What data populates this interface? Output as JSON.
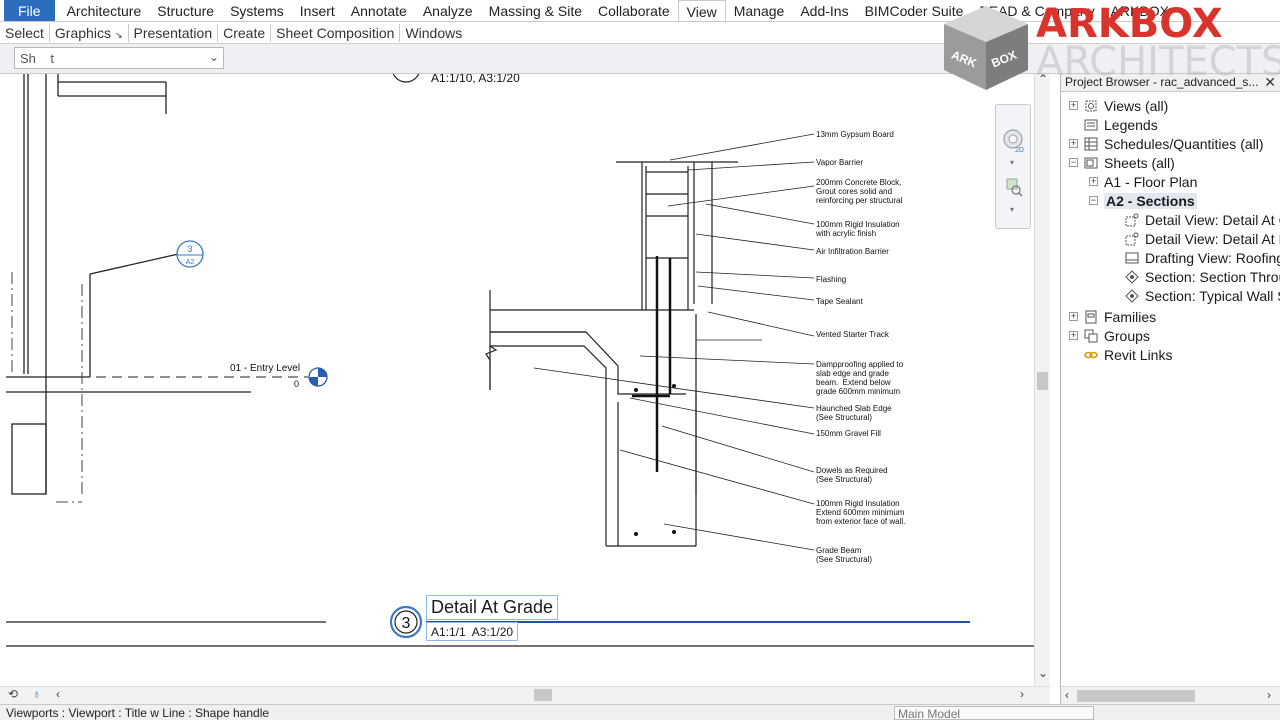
{
  "ribbon": {
    "tabs": [
      "File",
      "Architecture",
      "Structure",
      "Systems",
      "Insert",
      "Annotate",
      "Analyze",
      "Massing & Site",
      "Collaborate",
      "View",
      "Manage",
      "Add-Ins",
      "BIMCoder Suite",
      "BEAD & Company",
      "ARKBOX"
    ],
    "active_tab": "View",
    "panels": [
      "Select",
      "Graphics",
      "Presentation",
      "Create",
      "Sheet Composition",
      "Windows"
    ]
  },
  "options_bar": {
    "type_selector": "Sh    t"
  },
  "logo": {
    "line1": "ARKBOX",
    "line2": "ARCHITECTS",
    "cube_left": "ARK",
    "cube_right": "BOX"
  },
  "canvas": {
    "top_scale": "A1:1/10, A3:1/20",
    "section_tag": {
      "number": "3",
      "sheet": "A2"
    },
    "level": {
      "name": "01 - Entry Level",
      "elevation": "0"
    },
    "notes": [
      "13mm Gypsum Board",
      "Vapor Barrier",
      "200mm Concrete Block,\nGrout cores solid and\nreinforcing per structural",
      "100mm Rigid Insulation\nwith acrylic finish",
      "Air Infiltration Barrier",
      "Flashing",
      "Tape Sealant",
      "Vented Starter Track",
      "Dampproofing applied to\nslab edge and grade\nbeam.  Extend below\ngrade 600mm minimum",
      "Haunched Slab Edge\n(See Structural)",
      "150mm Gravel Fill",
      "Dowels as Required\n(See Structural)",
      "100mm Rigid Insulation\nExtend 600mm minimum\nfrom exterior face of wall.",
      "Grade Beam\n(See Structural)"
    ],
    "view_title": {
      "number": "3",
      "title": "Detail At Grade",
      "scale": "A1:1/1  A3:1/20"
    }
  },
  "project_browser": {
    "title": "Project Browser - rac_advanced_s...",
    "items": [
      {
        "label": "Views (all)",
        "toggle": "+",
        "icon": "views-icon"
      },
      {
        "label": "Legends",
        "toggle": "",
        "icon": "legends-icon"
      },
      {
        "label": "Schedules/Quantities (all)",
        "toggle": "+",
        "icon": "schedules-icon"
      },
      {
        "label": "Sheets (all)",
        "toggle": "−",
        "icon": "sheets-icon"
      },
      {
        "label": "A1 - Floor Plan",
        "toggle": "+",
        "icon": ""
      },
      {
        "label": "A2 - Sections",
        "toggle": "−",
        "icon": ""
      },
      {
        "label": "Detail View: Detail At Grade",
        "toggle": "",
        "icon": "detail-view-icon"
      },
      {
        "label": "Detail View: Detail At Parapet",
        "toggle": "",
        "icon": "detail-view-icon"
      },
      {
        "label": "Drafting View: Roofing Detail",
        "toggle": "",
        "icon": "drafting-view-icon"
      },
      {
        "label": "Section: Section Through Building",
        "toggle": "",
        "icon": "section-icon"
      },
      {
        "label": "Section: Typical Wall Section",
        "toggle": "",
        "icon": "section-icon"
      },
      {
        "label": "Families",
        "toggle": "+",
        "icon": "families-icon"
      },
      {
        "label": "Groups",
        "toggle": "+",
        "icon": "groups-icon"
      },
      {
        "label": "Revit Links",
        "toggle": "",
        "icon": "revit-links-icon"
      }
    ]
  },
  "status_bar": {
    "text": "Viewports : Viewport : Title w Line : Shape handle",
    "model": "Main Model"
  },
  "colors": {
    "file_tab": "#2c6dbd",
    "logo_red": "#d8342c",
    "tag_blue": "#3a78c9",
    "title_line": "#2451a8"
  }
}
